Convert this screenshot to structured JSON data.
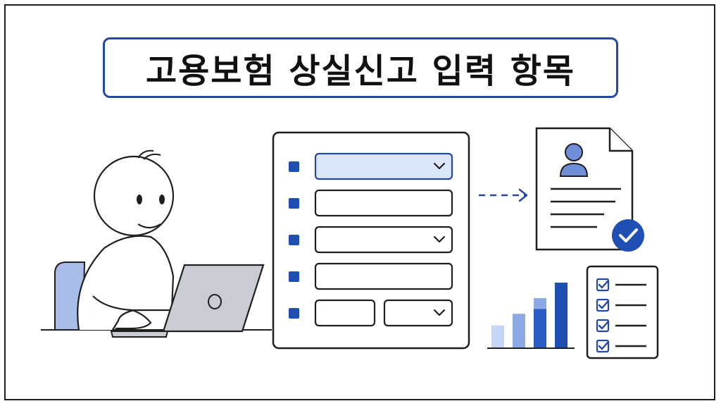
{
  "title": {
    "text": "고용보험 상실신고 입력 항목"
  },
  "colors": {
    "accent": "#2548a0",
    "accent_light": "#dbe6fb",
    "bar_light": "#c6d4f5",
    "bar_mid": "#8eaae6",
    "bar_dark": "#1f4fb3",
    "laptop": "#c9ccd3",
    "chair": "#a9bde9",
    "ink": "#1f1f1f"
  },
  "form": {
    "rows": [
      {
        "kind": "select",
        "highlighted": true
      },
      {
        "kind": "text"
      },
      {
        "kind": "select"
      },
      {
        "kind": "text"
      },
      {
        "kind": "split-text-select"
      }
    ]
  },
  "chart_bars": [
    0.34,
    0.52,
    0.76,
    1.0
  ],
  "checklist_items": 4,
  "icons": {
    "user": "user-profile-icon",
    "check": "check-badge-icon",
    "arrow": "dashed-arrow-icon"
  }
}
